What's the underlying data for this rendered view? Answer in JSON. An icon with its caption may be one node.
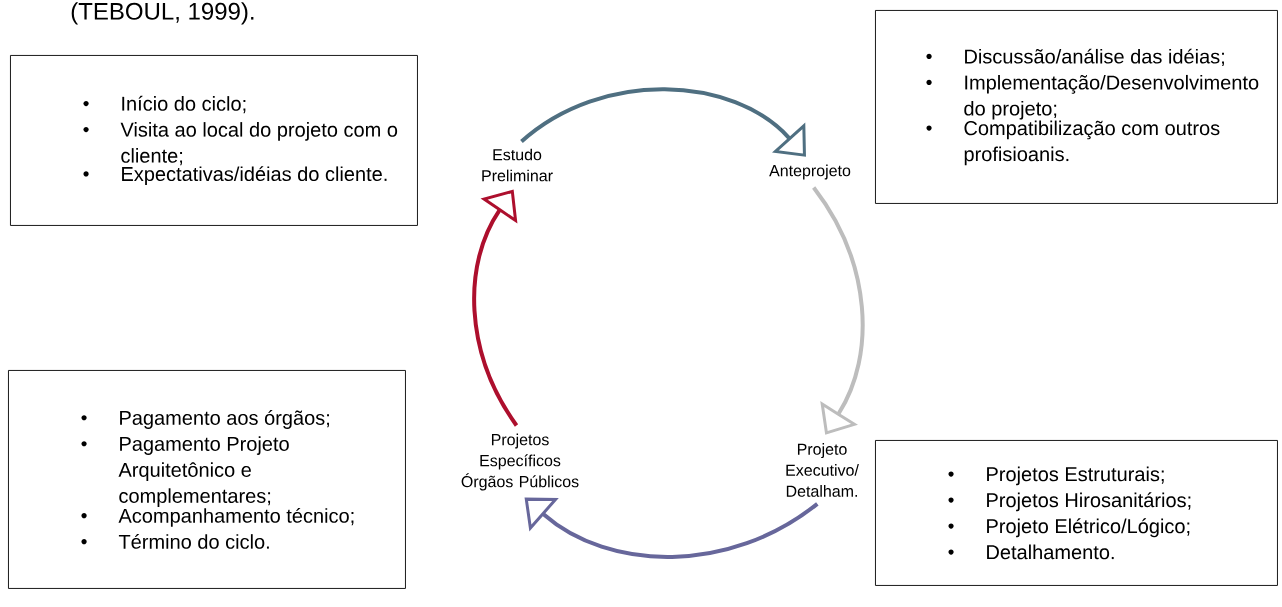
{
  "diagram": {
    "nodes": [
      {
        "text": [
          "Início do ciclo;",
          "Visita ao local do projeto com o cliente;",
          "Expectativas/idéias do cliente."
        ]
      },
      {
        "text": [
          "Estudo Preliminar"
        ]
      },
      {
        "text": [
          "Anteprojeto"
        ]
      },
      {
        "text": [
          "Discussão/análise das idéias;",
          "Implementação/Desenvolvimento do projeto;",
          "Compatibilização com outros profisioanis."
        ]
      },
      {
        "text": [
          "Pagamento aos órgãos;",
          "Pagamento Projeto Arquitetônico e complementares;",
          "Acompanhamento técnico;",
          "Término do ciclo."
        ]
      },
      {
        "text": [
          "Projetos Específicos Órgãos Públicos"
        ]
      },
      {
        "text": [
          "Projeto Executivo/ Detalham."
        ]
      },
      {
        "text": [
          "Projetos Estruturais;",
          "Projetos Hirosanitários;",
          "Projeto Elétrico/Lógico;",
          "Detalhamento."
        ]
      }
    ],
    "edges": [
      {
        "from": 1,
        "to": 2,
        "arrow": "to",
        "color": "#4f6f81"
      },
      {
        "from": 2,
        "to": 6,
        "arrow": "to",
        "color": "#bdbdbd"
      },
      {
        "from": 6,
        "to": 5,
        "arrow": "to",
        "color": "#67679b"
      },
      {
        "from": 5,
        "to": 1,
        "arrow": "to",
        "color": "#ad0f2d"
      }
    ],
    "labels": [
      "(TEBOUL, 1999)."
    ]
  }
}
